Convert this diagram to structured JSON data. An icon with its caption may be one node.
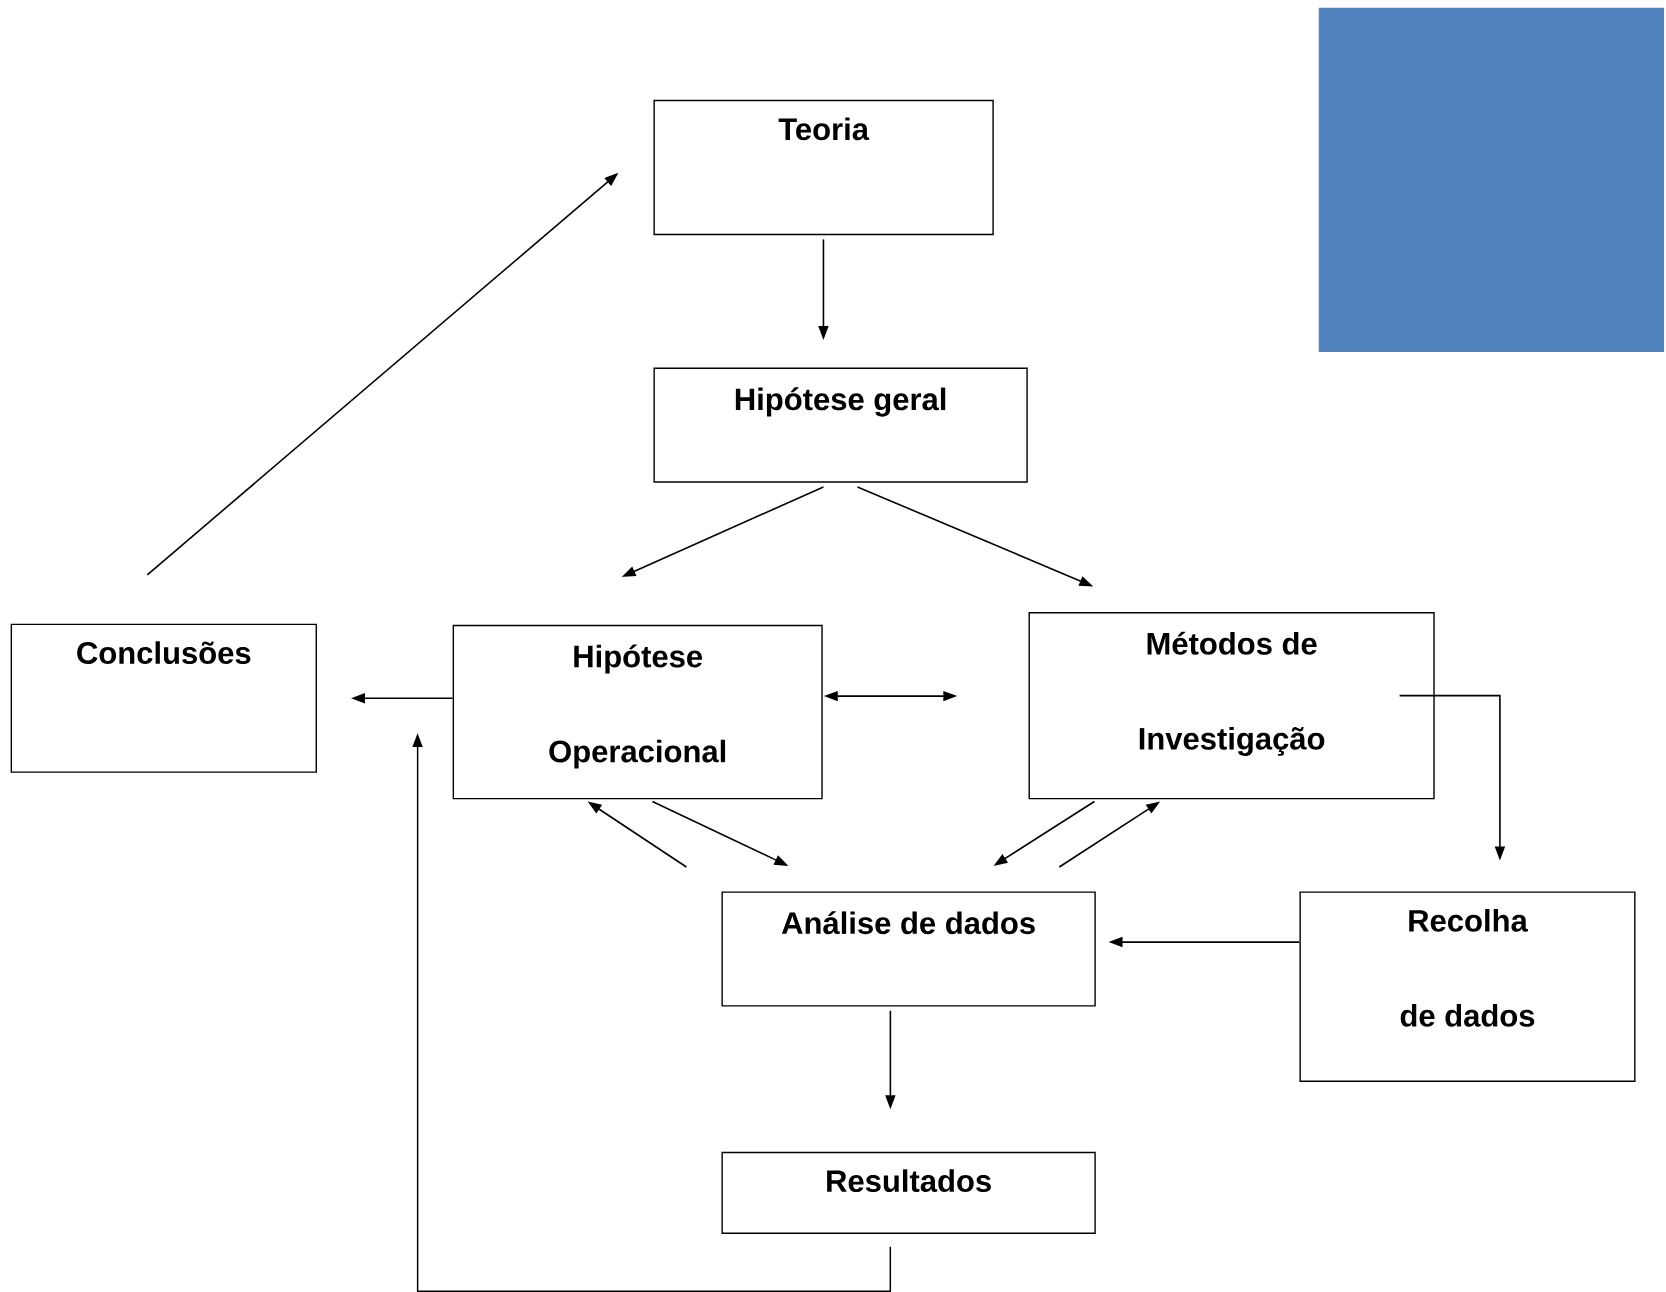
{
  "diagram": {
    "nodes": [
      {
        "text": [
          "Teoria"
        ]
      },
      {
        "text": [
          "Hipótese geral"
        ]
      },
      {
        "text": [
          "Conclusões"
        ]
      },
      {
        "text": [
          "Hipótese Operacional"
        ]
      },
      {
        "text": [
          "Métodos de Investigação"
        ]
      },
      {
        "text": [
          "Análise de dados"
        ]
      },
      {
        "text": [
          "Recolha de dados"
        ]
      },
      {
        "text": [
          "Resultados"
        ]
      },
      {
        "text": [],
        "shape": "box"
      }
    ],
    "edges": [
      {
        "from": 0,
        "to": 1,
        "arrow": "to"
      },
      {
        "from": 1,
        "to": 3,
        "arrow": "to"
      },
      {
        "from": 1,
        "to": 4,
        "arrow": "to"
      },
      {
        "from": 3,
        "to": 2,
        "arrow": "to"
      },
      {
        "from": 3,
        "to": 4,
        "arrow": "both"
      },
      {
        "from": 3,
        "to": 5,
        "arrow": "to"
      },
      {
        "from": 5,
        "to": 3,
        "arrow": "to"
      },
      {
        "from": 4,
        "to": 5,
        "arrow": "to"
      },
      {
        "from": 5,
        "to": 4,
        "arrow": "to"
      },
      {
        "from": 4,
        "to": 6,
        "arrow": "to"
      },
      {
        "from": 6,
        "to": 5,
        "arrow": "to"
      },
      {
        "from": 5,
        "to": 7,
        "arrow": "to"
      },
      {
        "from": 7,
        "to": null,
        "arrow": "to"
      },
      {
        "from": 2,
        "to": 0,
        "arrow": "to"
      }
    ]
  }
}
